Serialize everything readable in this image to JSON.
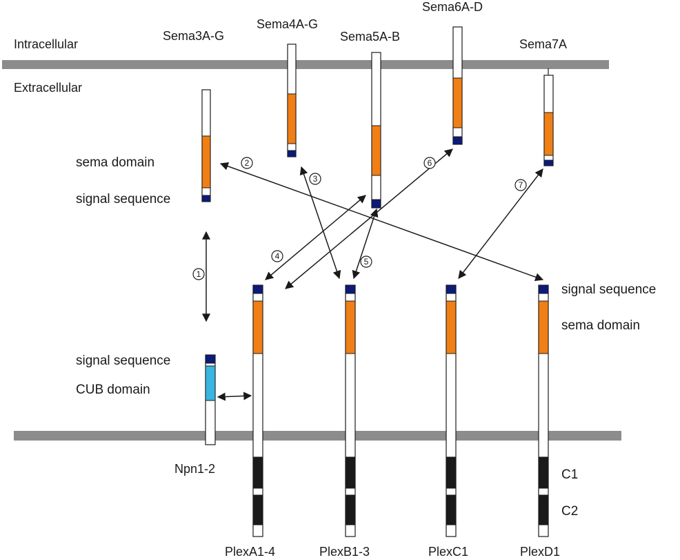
{
  "regions": {
    "intracellular": "Intracellular",
    "extracellular": "Extracellular"
  },
  "semaphorins": [
    {
      "key": "sema3",
      "name": "Sema3A-G"
    },
    {
      "key": "sema4",
      "name": "Sema4A-G"
    },
    {
      "key": "sema5",
      "name": "Sema5A-B"
    },
    {
      "key": "sema6",
      "name": "Sema6A-D"
    },
    {
      "key": "sema7",
      "name": "Sema7A"
    }
  ],
  "receptors": [
    {
      "key": "npn",
      "name": "Npn1-2"
    },
    {
      "key": "plexA",
      "name": "PlexA1-4"
    },
    {
      "key": "plexB",
      "name": "PlexB1-3"
    },
    {
      "key": "plexC",
      "name": "PlexC1"
    },
    {
      "key": "plexD",
      "name": "PlexD1"
    }
  ],
  "domain_labels": {
    "sema_upper_sema": "sema domain",
    "sema_upper_signal": "signal sequence",
    "npn_signal": "signal sequence",
    "npn_cub": "CUB domain",
    "plex_signal": "signal sequence",
    "plex_sema": "sema domain",
    "plex_c1": "C1",
    "plex_c2": "C2"
  },
  "interactions": [
    {
      "id": "1",
      "label": "①"
    },
    {
      "id": "2",
      "label": "②"
    },
    {
      "id": "3",
      "label": "③"
    },
    {
      "id": "4",
      "label": "④"
    },
    {
      "id": "5",
      "label": "⑤"
    },
    {
      "id": "6",
      "label": "⑥"
    },
    {
      "id": "7",
      "label": "⑦"
    }
  ],
  "colors": {
    "membrane": "#8c8c8c",
    "sema_domain": "#f07f16",
    "signal_sequence": "#0c1a7a",
    "cub_domain": "#3ab4e0",
    "c_domain": "#1a1a1a",
    "line": "#1a1a1a"
  }
}
